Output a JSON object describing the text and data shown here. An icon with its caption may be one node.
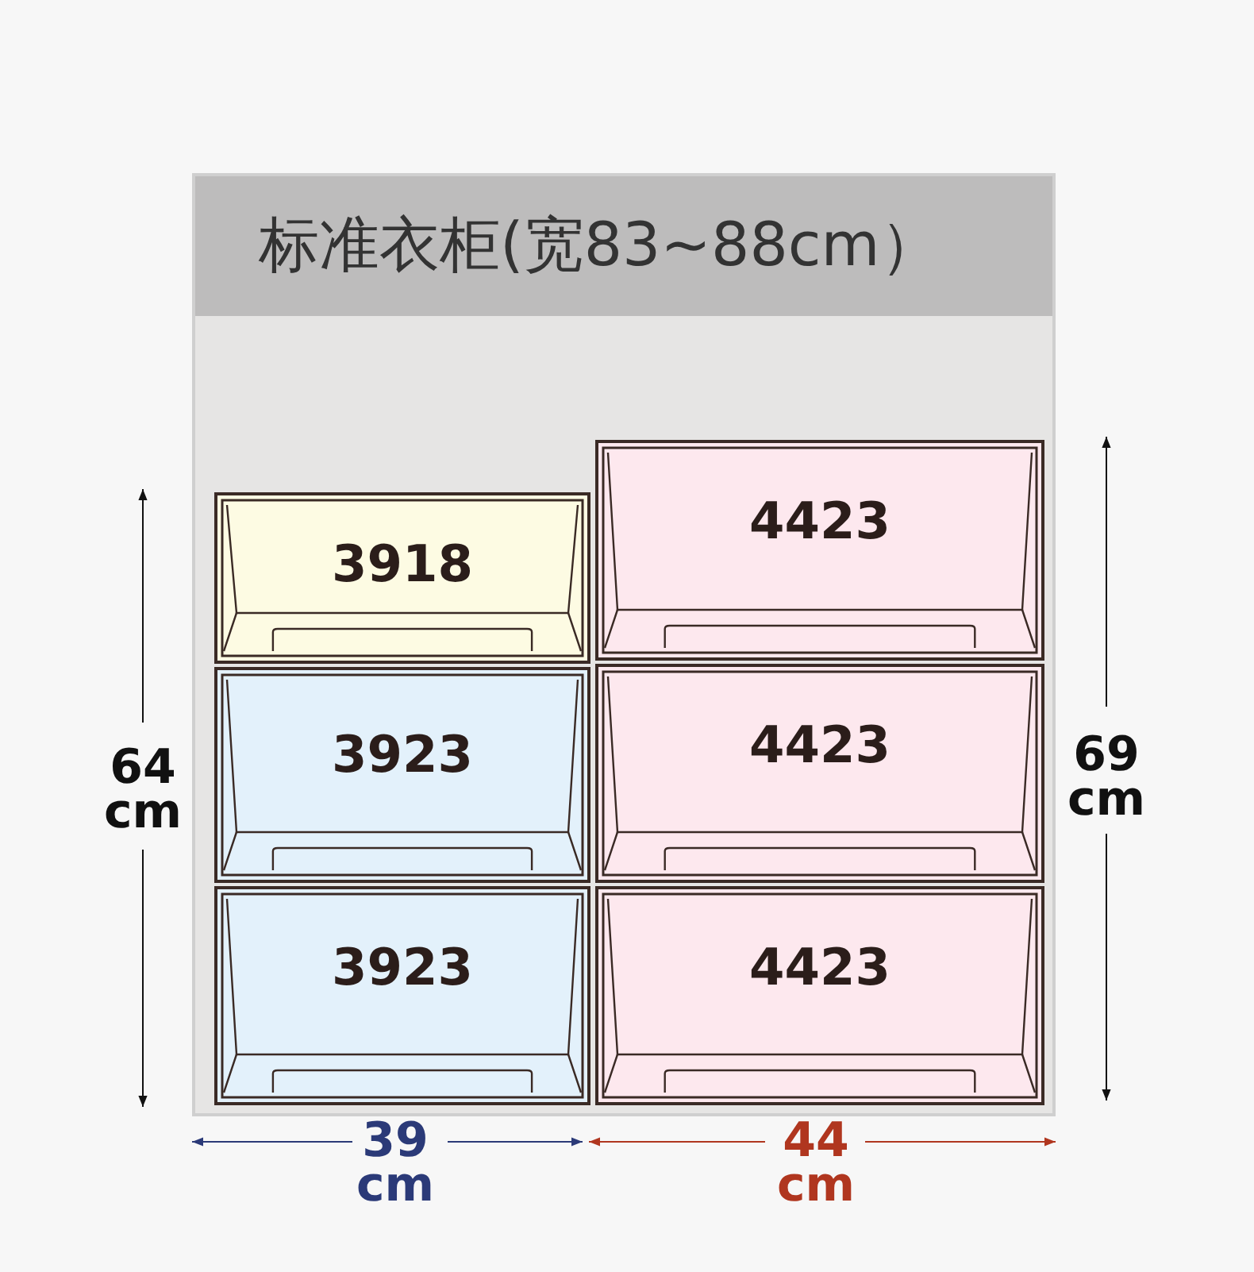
{
  "diagram": {
    "nodes": [
      {
        "text": [
          "标准衣柜(宽83~88cm）"
        ]
      },
      {
        "text": [
          "3918"
        ],
        "in": 0
      },
      {
        "text": [
          "4423"
        ],
        "in": 0
      },
      {
        "text": [
          "3923"
        ],
        "in": 0
      },
      {
        "text": [
          "4423"
        ],
        "in": 0
      },
      {
        "text": [
          "3923"
        ],
        "in": 0
      },
      {
        "text": [
          "4423"
        ],
        "in": 0
      }
    ],
    "edges": [],
    "labels": [
      "64 cm",
      "69 cm",
      "39 cm",
      "44 cm"
    ]
  }
}
